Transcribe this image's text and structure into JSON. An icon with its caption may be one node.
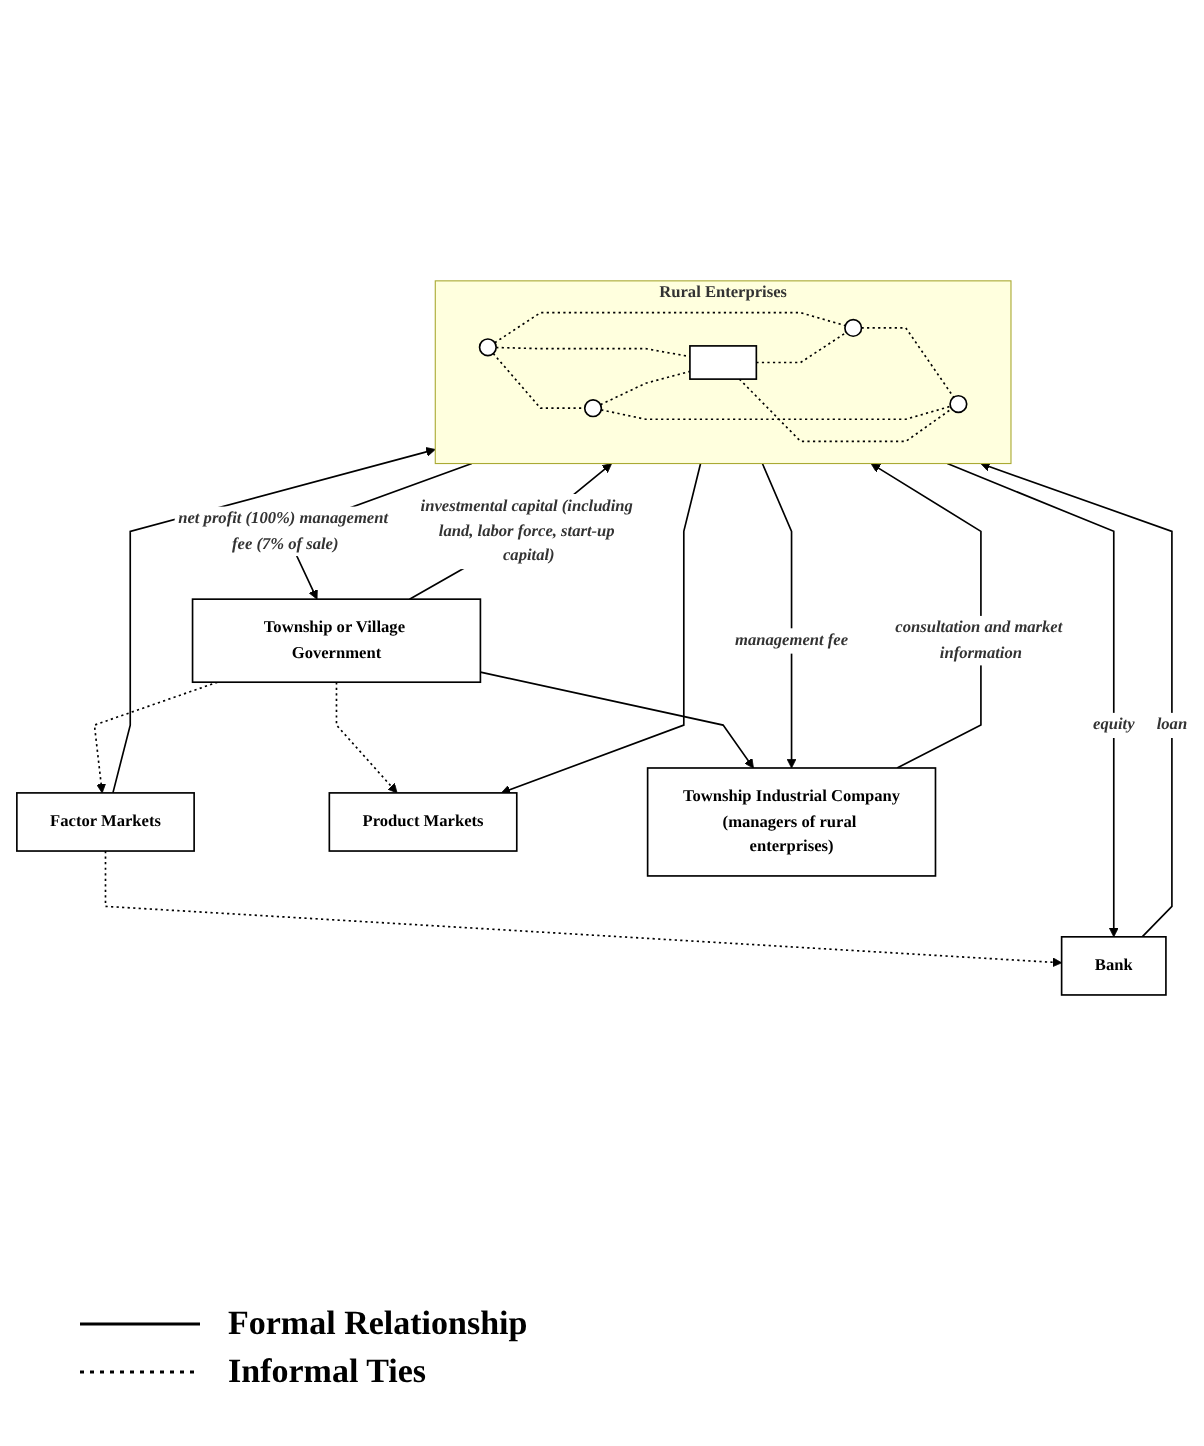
{
  "diagram": {
    "nodes": [
      {
        "text": [
          "Township or Village Government"
        ]
      },
      {
        "text": [
          "Factor Markets"
        ]
      },
      {
        "text": [
          "Rural Enterprises"
        ]
      },
      {
        "text": [],
        "shape": "circle",
        "in": 2
      },
      {
        "text": [],
        "shape": "circle",
        "in": 2
      },
      {
        "text": [],
        "shape": "box",
        "in": 2
      },
      {
        "text": [],
        "shape": "circle",
        "in": 2
      },
      {
        "text": [],
        "shape": "circle",
        "in": 2
      },
      {
        "text": [
          "Product Markets"
        ]
      },
      {
        "text": [
          "Bank"
        ]
      },
      {
        "text": [
          "Township Industrial Company",
          "(managers of rural enterprises)"
        ]
      }
    ],
    "edges": [
      {
        "from": 0,
        "to": 2,
        "arrow": "to",
        "label": "investmental capital (including land, labor force, start-up capital)"
      },
      {
        "from": 2,
        "to": 0,
        "arrow": "to",
        "label": "net profit (100%) management fee (7% of sale)"
      },
      {
        "from": 0,
        "to": 1,
        "arrow": "to",
        "style": "dashed"
      },
      {
        "from": 0,
        "to": 8,
        "arrow": "to",
        "style": "dashed"
      },
      {
        "from": 0,
        "to": 10,
        "arrow": "to"
      },
      {
        "from": 1,
        "to": 2,
        "arrow": "to"
      },
      {
        "from": 2,
        "to": 8,
        "arrow": "to"
      },
      {
        "from": 1,
        "to": 9,
        "arrow": "to",
        "style": "dashed"
      },
      {
        "from": 9,
        "to": 2,
        "arrow": "to",
        "label": "loan"
      },
      {
        "from": 2,
        "to": 9,
        "arrow": "to",
        "label": "equity"
      },
      {
        "from": 2,
        "to": 10,
        "arrow": "to",
        "label": "management fee"
      },
      {
        "from": 10,
        "to": 2,
        "arrow": "to",
        "label": "consultation and market information"
      },
      {
        "from": 3,
        "to": 4,
        "arrow": "none",
        "style": "dashed"
      },
      {
        "from": 3,
        "to": 6,
        "arrow": "none",
        "style": "dashed"
      },
      {
        "from": 4,
        "to": 7,
        "arrow": "none",
        "style": "dashed"
      },
      {
        "from": 6,
        "to": 7,
        "arrow": "none",
        "style": "dashed"
      },
      {
        "from": 3,
        "to": 5,
        "arrow": "none",
        "style": "dashed"
      },
      {
        "from": 6,
        "to": 5,
        "arrow": "none",
        "style": "dashed"
      },
      {
        "from": 5,
        "to": 4,
        "arrow": "none",
        "style": "dashed"
      },
      {
        "from": 5,
        "to": 7,
        "arrow": "none",
        "style": "dashed"
      }
    ],
    "legend": [
      {
        "text": "Formal Relationship"
      },
      {
        "text": "Informal Ties"
      }
    ]
  }
}
